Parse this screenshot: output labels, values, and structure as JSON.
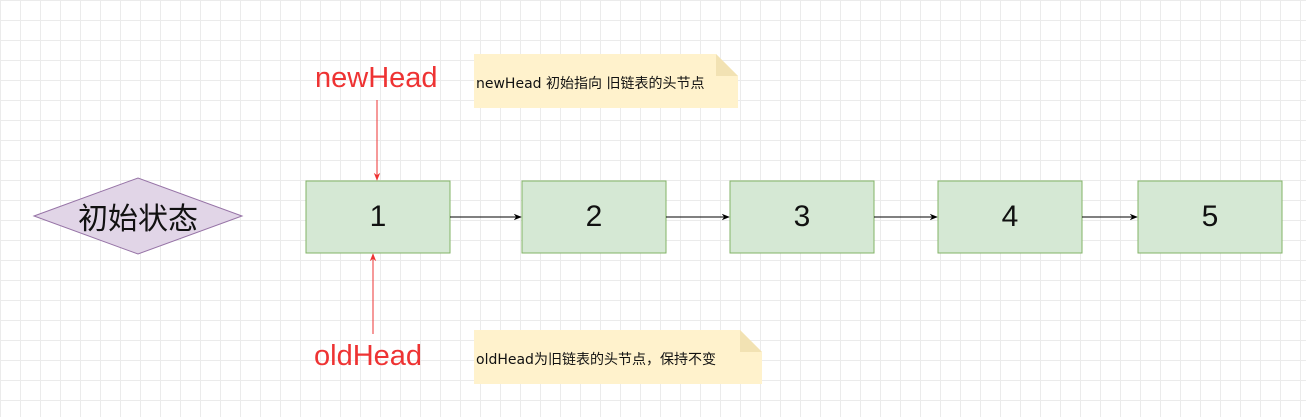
{
  "state": {
    "label": "初始状态"
  },
  "nodes": [
    {
      "label": "1"
    },
    {
      "label": "2"
    },
    {
      "label": "3"
    },
    {
      "label": "4"
    },
    {
      "label": "5"
    }
  ],
  "pointers": {
    "new_head": "newHead",
    "old_head": "oldHead"
  },
  "notes": {
    "new_head_note": "newHead 初始指向 旧链表的头节点",
    "old_head_note": "oldHead为旧链表的头节点，保持不变"
  },
  "colors": {
    "node_fill": "#d5e8d4",
    "node_stroke": "#82b366",
    "state_fill": "#e1d5e7",
    "state_stroke": "#9673a6",
    "note_fill": "#fff2cc",
    "pointer": "#ee3333",
    "link": "#000000"
  }
}
